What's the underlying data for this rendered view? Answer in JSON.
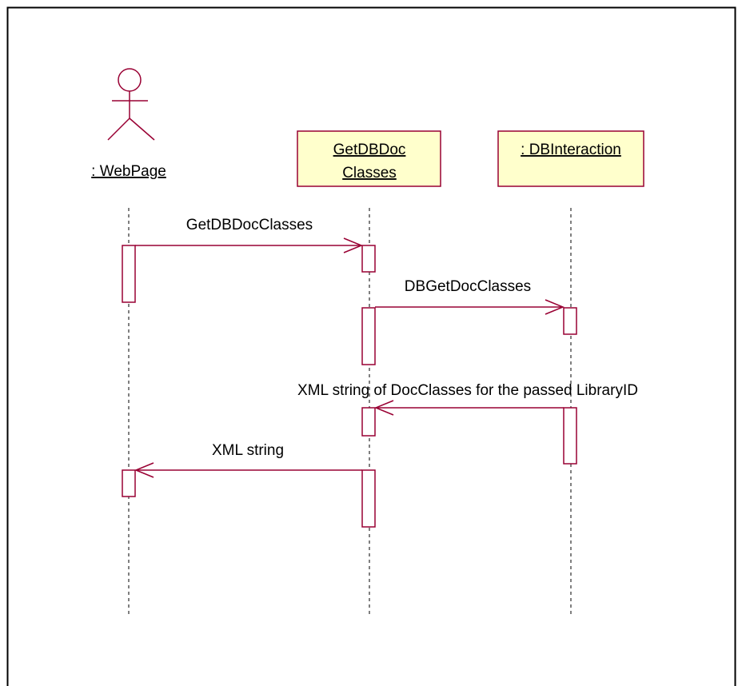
{
  "colors": {
    "line": "#990033",
    "object_fill": "#ffffcc",
    "frame": "#000000",
    "background": "#ffffff"
  },
  "actor": {
    "name": ": WebPage",
    "icon": "stick-figure-actor-icon"
  },
  "objects": [
    {
      "id": "getdbdocclasses",
      "name_line1": "GetDBDoc",
      "name_line2": "Classes"
    },
    {
      "id": "dbinteraction",
      "name": ": DBInteraction"
    }
  ],
  "messages": [
    {
      "from": ": WebPage",
      "to": "GetDBDoc Classes",
      "label": "GetDBDocClasses",
      "kind": "call"
    },
    {
      "from": "GetDBDoc Classes",
      "to": ": DBInteraction",
      "label": "DBGetDocClasses",
      "kind": "call"
    },
    {
      "from": ": DBInteraction",
      "to": "GetDBDoc Classes",
      "label": "XML string of DocClasses for the passed LibraryID",
      "kind": "return"
    },
    {
      "from": "GetDBDoc Classes",
      "to": ": WebPage",
      "label": "XML string",
      "kind": "return"
    }
  ]
}
